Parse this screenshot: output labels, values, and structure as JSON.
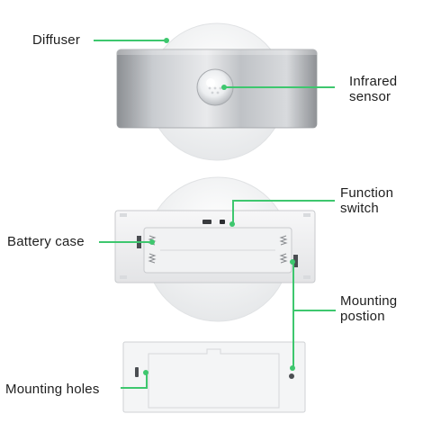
{
  "colors": {
    "leader": "#3ec76e",
    "text": "#1e1e1e"
  },
  "labels": {
    "diffuser": "Diffuser",
    "infrared": [
      "Infrared",
      "sensor"
    ],
    "function": [
      "Function",
      "switch"
    ],
    "battery": "Battery case",
    "mounting_position": [
      "Mounting",
      "postion"
    ],
    "mounting_holes": "Mounting holes"
  }
}
